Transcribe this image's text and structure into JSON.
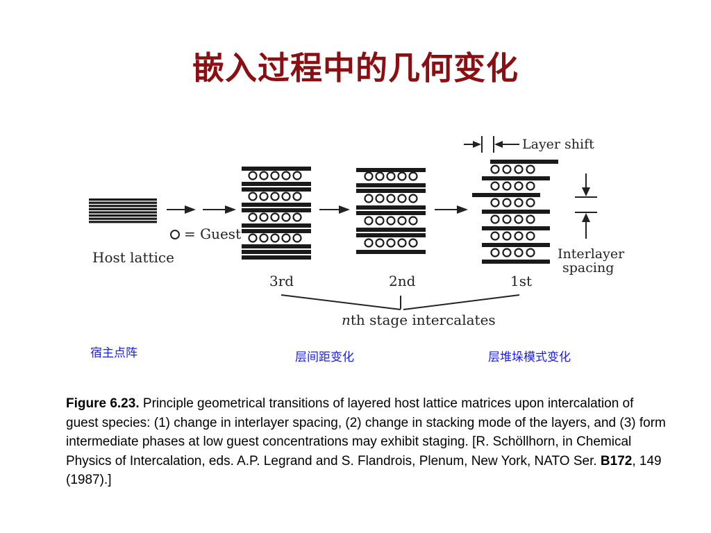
{
  "slide": {
    "title": "嵌入过程中的几何变化"
  },
  "figure": {
    "labels": {
      "host_lattice": "Host lattice",
      "guest_legend": "= Guest",
      "stage_3": "3rd",
      "stage_2": "2nd",
      "stage_1": "1st",
      "layer_shift": "Layer shift",
      "interlayer_line1": "Interlayer",
      "interlayer_line2": "spacing",
      "nth_italic": "n",
      "nth_rest": "th stage intercalates"
    }
  },
  "annotations": {
    "host_cn": "宿主点阵",
    "spacing_cn": "层间距变化",
    "stacking_cn": "层堆垛模式变化"
  },
  "caption": {
    "figure_ref": "Figure 6.23.",
    "text": "Principle geometrical transitions of layered host lattice matrices upon intercalation of guest species: (1) change in interlayer spacing, (2) change in stacking mode of the layers, and (3) form intermediate phases at low guest concentrations may exhibit staging. [R. Schöllhorn, in Chemical Physics of Intercalation, eds. A.P. Legrand and S. Flandrois, Plenum, New York, NATO Ser.",
    "volume": "B172",
    "tail": ", 149 (1987).]"
  }
}
